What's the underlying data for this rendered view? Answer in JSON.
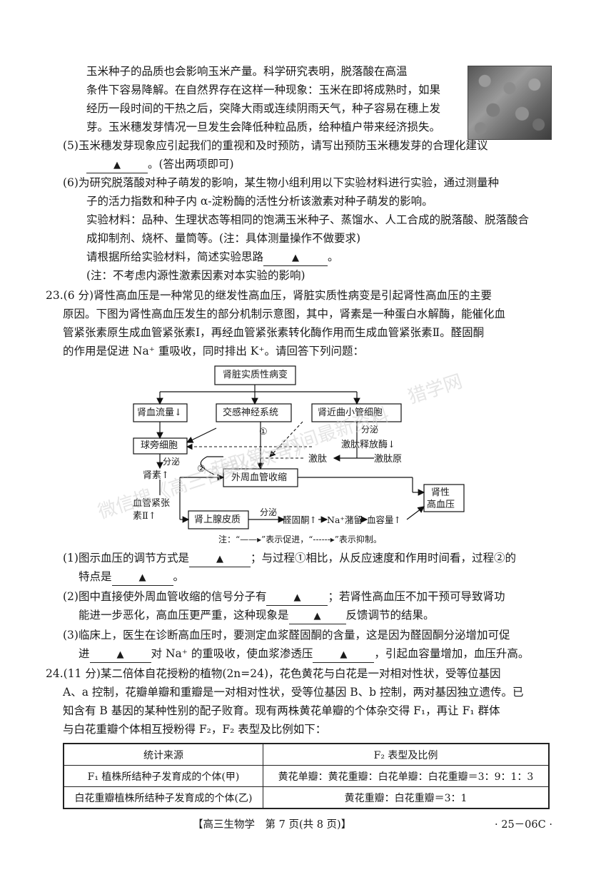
{
  "intro": {
    "line1": "玉米种子的品质也会影响玉米产量。科学研究表明，脱落酸在高温",
    "line2": "条件下容易降解。在自然界存在这样一种现象：玉米在即将成熟时，如果",
    "line3": "经历一段时间的干热之后，突降大雨或连续阴雨天气，种子容易在穗上发",
    "line4": "芽。玉米穗发芽情况一旦发生会降低种粒品质，给种植户带来经济损失。"
  },
  "q5": {
    "line1": "(5)玉米穗发芽现象应引起我们的重视和及时预防，请写出预防玉米穗发芽的合理化建议",
    "blank": "▲",
    "line2_tail": "。(答出两项即可)"
  },
  "q6": {
    "line1": "(6)为研究脱落酸对种子萌发的影响，某生物小组利用以下实验材料进行实验，通过测量种",
    "line2": "子的活力指数和种子内 α-淀粉酶的活性分析该激素对种子萌发的影响。",
    "line3": "实验材料：品种、生理状态等相同的饱满玉米种子、蒸馏水、人工合成的脱落酸、脱落酸合",
    "line4": "成抑制剂、烧杯、量筒等。(注：具体测量操作不做要求)",
    "line5_head": "请根据所给实验材料，简述实验思路",
    "blank": "▲",
    "line5_tail": "。",
    "line6": "(注：不考虑内源性激素因素对本实验的影响)"
  },
  "q23": {
    "line1": "23.(6 分)肾性高血压是一种常见的继发性高血压，肾脏实质性病变是引起肾性高血压的主要",
    "line2": "原因。下图为肾性高血压发生的部分机制示意图，其中，肾素是一种蛋白水解酶，能催化血",
    "line3": "管紧张素原生成血管紧张素Ⅰ，再经血管紧张素转化酶作用而生成血管紧张素Ⅱ。醛固酮",
    "line4": "的作用是促进 Na⁺ 重吸收，同时排出 K⁺。请回答下列问题：",
    "sub1_head": "(1)图示血压的调节方式是",
    "sub1_mid": "；与过程①相比，从反应速度和作用时间看，过程②的",
    "sub1_line2_head": "特点是",
    "sub1_line2_tail": "。",
    "sub2_head": "(2)图中直接使外周血管收缩的信号分子有",
    "sub2_mid": "；若肾性高血压不加干预可导致肾功",
    "sub2_line2_head": "能进一步恶化，高血压更严重，这种现象是",
    "sub2_line2_tail": "反馈调节的结果。",
    "sub3_head": "(3)临床上，医生在诊断高血压时，要测定血浆醛固酮的含量，这是因为醛固酮分泌增加可促",
    "sub3_line2_a": "进",
    "sub3_line2_b": "对 Na⁺ 的重吸收，使血浆渗透压",
    "sub3_line2_c": "，引起血容量增加，血压升高。",
    "blank": "▲"
  },
  "diagram": {
    "top": "肾脏实质性病变",
    "renal_flow": "肾血流量↓",
    "sympathetic": "交感神经系统",
    "tubule": "肾近曲小管细胞",
    "juxta": "球旁细胞",
    "secrete": "分泌",
    "kinin_enzyme": "激肽释放酶↓",
    "renin": "肾素↑",
    "kinin": "激肽",
    "kininogen": "激肽原",
    "circle1": "①",
    "circle2": "②",
    "vaso": "外周血管收缩",
    "angio2_a": "血管紧张",
    "angio2_b": "素Ⅱ↑",
    "adrenal": "肾上腺皮质",
    "aldo": "醛固酮↑",
    "na": "Na⁺潴留",
    "volume": "血容量↑",
    "hyper_a": "肾性",
    "hyper_b": "高血压",
    "note": "注：“——▸”表示促进，“------▸”表示抑制。"
  },
  "q24": {
    "line1": "24.(11 分)某二倍体自花授粉的植物(2n=24)，花色黄花与白花是一对相对性状，受等位基因",
    "line2": "A、a 控制，花瓣单瓣和重瓣是一对相对性状，受等位基因 B、b 控制，两对基因独立遗传。已",
    "line3": "知含有 B 基因的某种性别的配子败育。现有两株黄花单瓣的个体杂交得 F₁，再让 F₁ 群体",
    "line4": "与白花重瓣个体相互授粉得 F₂，F₂ 表型及比例如下："
  },
  "table": {
    "headers": [
      "统计来源",
      "F₂ 表型及比例"
    ],
    "rows": [
      [
        "F₁ 植株所结种子发育成的个体(甲)",
        "黄花单瓣：黄花重瓣：白花单瓣：白花重瓣＝3：9：1：3"
      ],
      [
        "白花重瓣植株所结种子发育成的个体(乙)",
        "黄花重瓣：白花重瓣＝3：1"
      ]
    ]
  },
  "footer": {
    "center": "【高三生物学　第 7 页(共 8 页)】",
    "right": "· 25－06C ·"
  },
  "watermarks": [
    "微信搜《高三答案公众号》",
    "获取第一时间最新资料",
    "猎学网"
  ]
}
